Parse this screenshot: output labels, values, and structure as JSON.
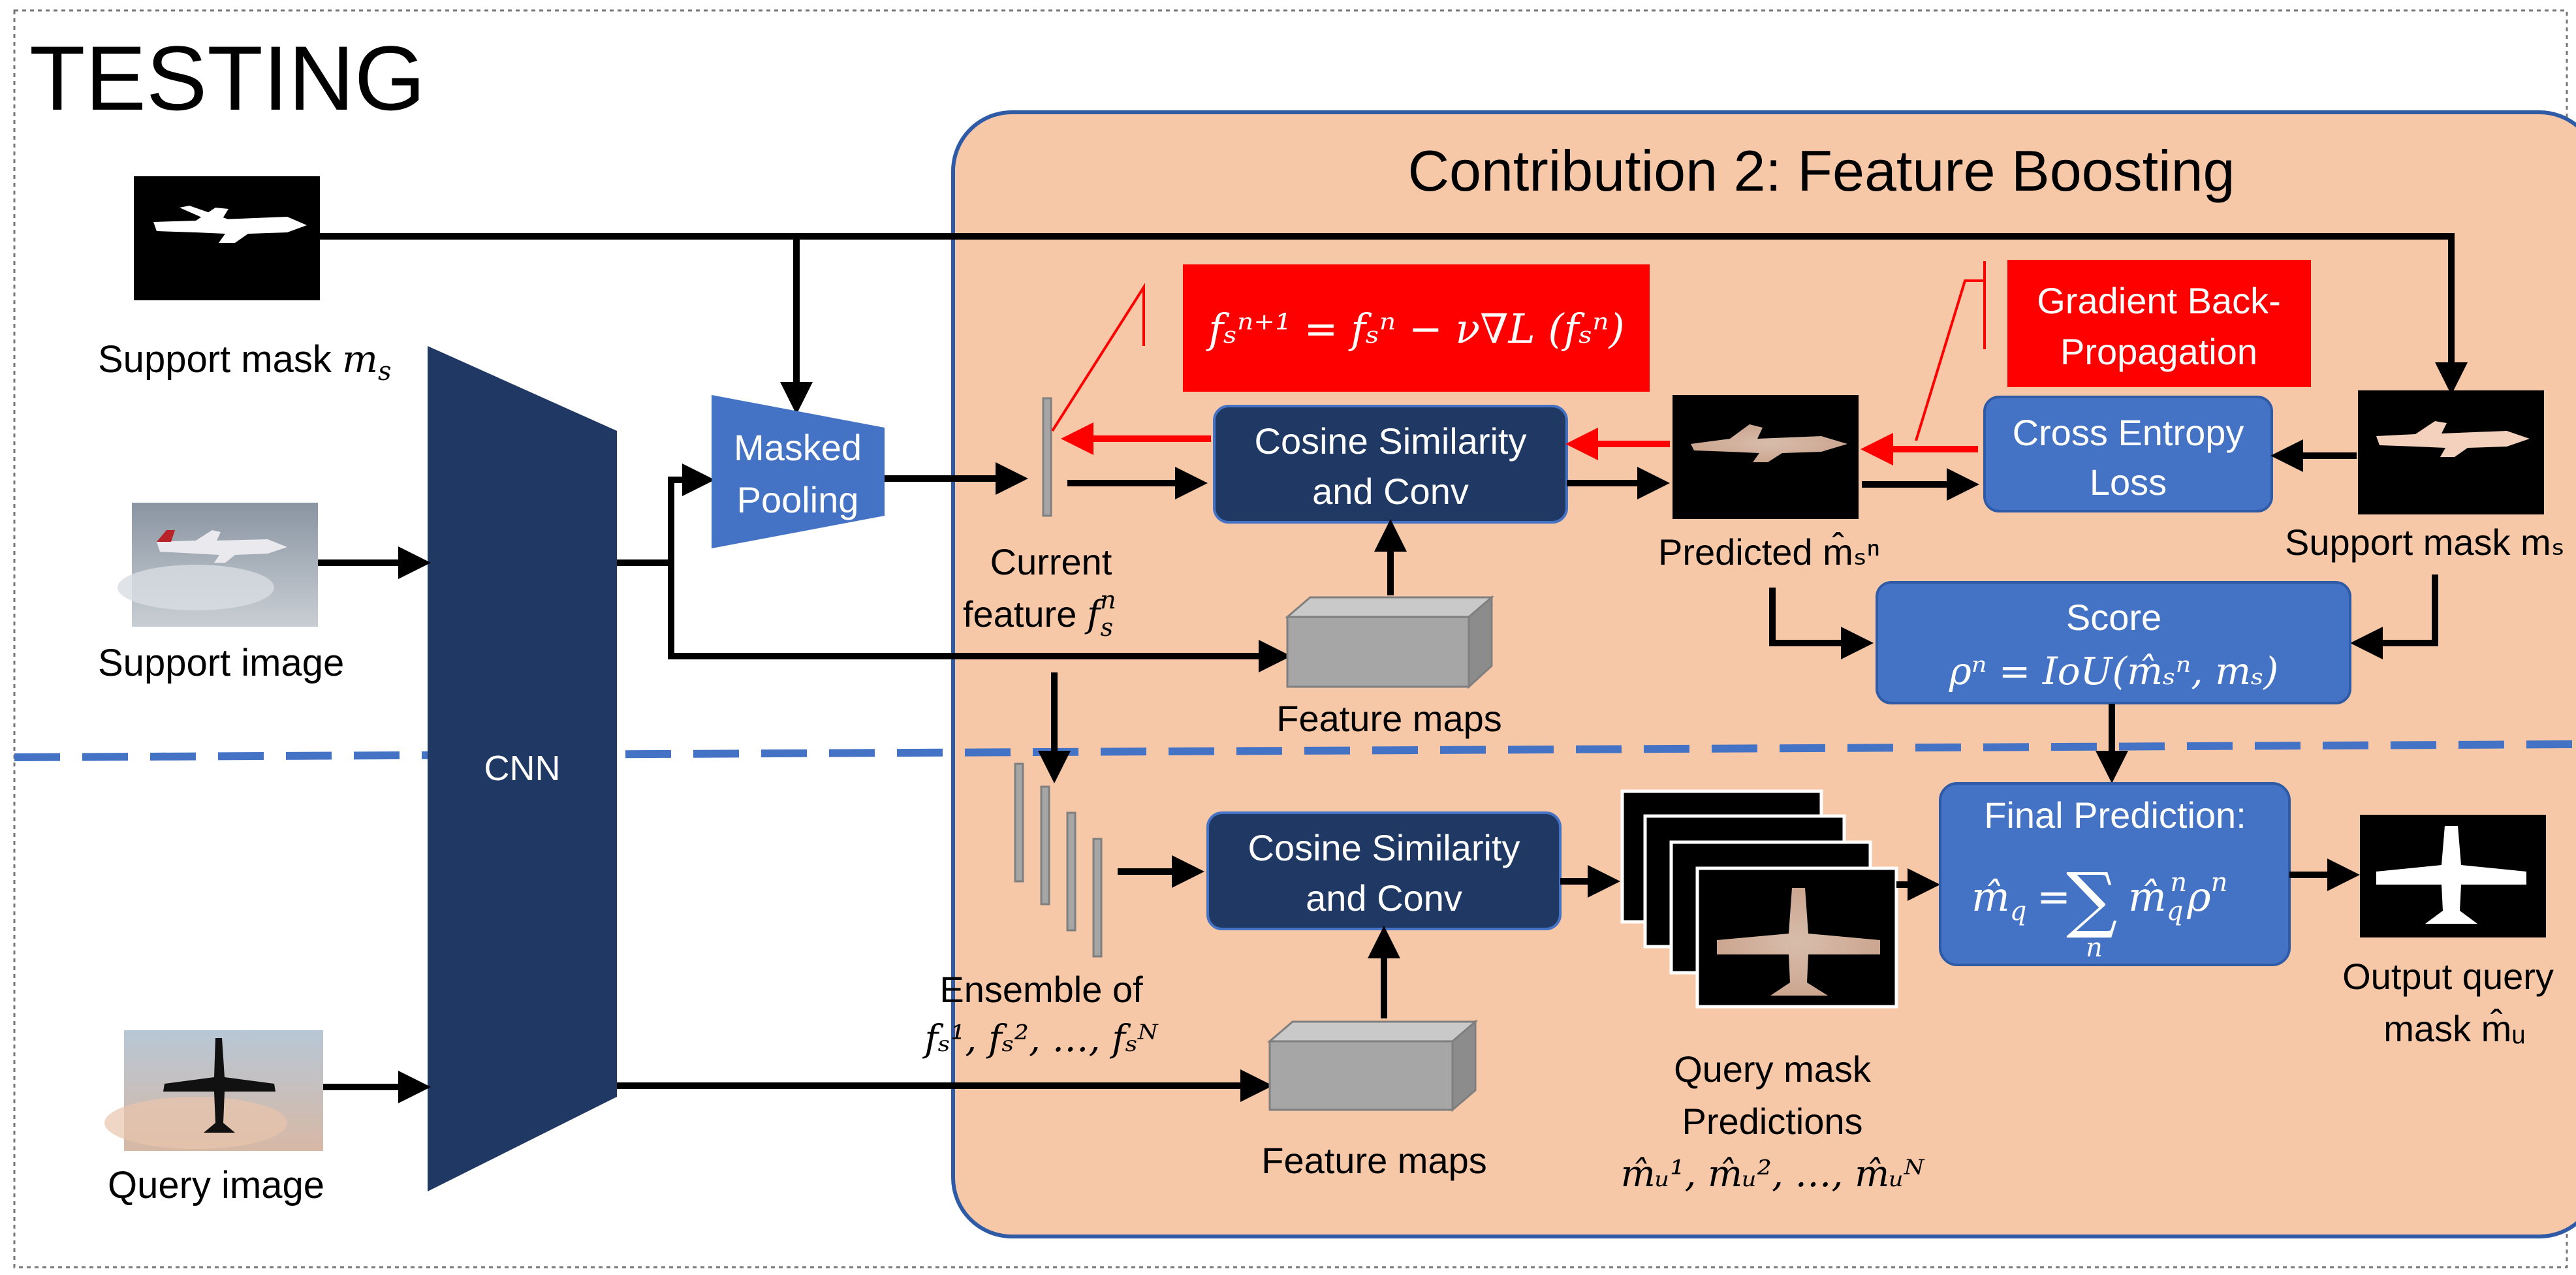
{
  "title": "TESTING",
  "panel_title": "Contribution 2: Feature Boosting",
  "colors": {
    "panel_fill": "#f7c8a8",
    "panel_border": "#2e5aa6",
    "dark_box": "#1f3864",
    "mid_box": "#4472c4",
    "red": "#ff0000",
    "cnn": "#203864",
    "dashed_line": "#4472c4"
  },
  "inputs": {
    "support_mask_label": "Support mask",
    "support_mask_math": "m",
    "support_mask_sub": "s",
    "support_image_label": "Support image",
    "query_image_label": "Query image"
  },
  "cnn_label": "CNN",
  "masked_pooling": {
    "line1": "Masked",
    "line2": "Pooling"
  },
  "current_feature": {
    "line1": "Current",
    "line2": "feature",
    "math": "f",
    "sub": "s",
    "sup": "n"
  },
  "update_equation": "fₛⁿ⁺¹ = fₛⁿ − ν∇L (fₛⁿ)",
  "gradient_box": {
    "line1": "Gradient Back-",
    "line2": "Propagation"
  },
  "cosine_top": {
    "line1": "Cosine Similarity",
    "line2": "and Conv"
  },
  "cosine_bottom": {
    "line1": "Cosine Similarity",
    "line2": "and Conv"
  },
  "predicted_label": "Predicted m̂ₛⁿ",
  "cross_entropy": {
    "line1": "Cross Entropy",
    "line2": "Loss"
  },
  "support_mask_right_label": "Support mask mₛ",
  "feature_maps_top": "Feature maps",
  "feature_maps_bottom": "Feature maps",
  "score": {
    "line1": "Score",
    "line2": "ρⁿ = IoU(m̂ₛⁿ, mₛ)"
  },
  "ensemble": {
    "line1": "Ensemble of",
    "line2": "fₛ¹, fₛ², …, fₛᴺ"
  },
  "query_predictions": {
    "line1": "Query mask",
    "line2": "Predictions",
    "line3": "m̂ᵤ¹, m̂ᵤ², …, m̂ᵤᴺ"
  },
  "final_prediction": {
    "line1": "Final Prediction:",
    "lhs": "m̂",
    "lhs_sub": "q",
    "eq": "=",
    "sum": "∑",
    "sum_sub": "n",
    "rhs": "m̂",
    "rhs_sub": "q",
    "rhs_sup": "n",
    "rho": "ρ",
    "rho_sup": "n"
  },
  "output": {
    "line1": "Output query",
    "line2": "mask m̂ᵤ"
  }
}
